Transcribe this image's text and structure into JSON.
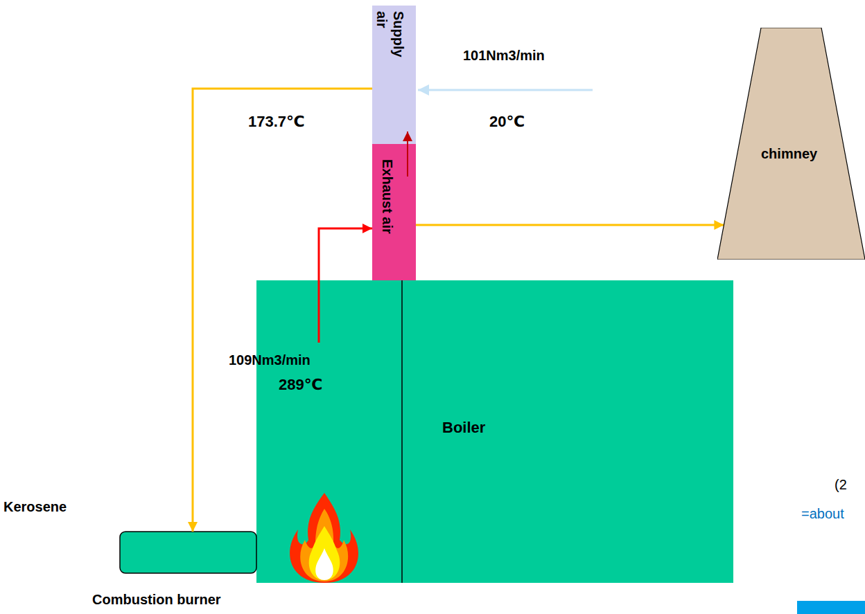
{
  "diagram": {
    "nodes": [
      {
        "text": [
          "Supply air"
        ]
      },
      {
        "text": [
          "Exhaust air"
        ]
      },
      {
        "text": [
          "chimney"
        ]
      },
      {
        "text": [
          "Boiler"
        ]
      },
      {
        "text": [
          "Kerosene",
          "Combustion burner"
        ]
      }
    ],
    "edges": [
      {
        "from": 3,
        "to": 1,
        "arrow": "to"
      },
      {
        "from": 1,
        "to": 0,
        "arrow": "to"
      },
      {
        "from": 0,
        "to": 4,
        "arrow": "to"
      },
      {
        "from": 1,
        "to": 2,
        "arrow": "to"
      }
    ],
    "labels": [
      "101Nm3/min",
      "20℃",
      "173.7℃",
      "109Nm3/min",
      "289℃",
      "(2",
      "=about"
    ]
  }
}
